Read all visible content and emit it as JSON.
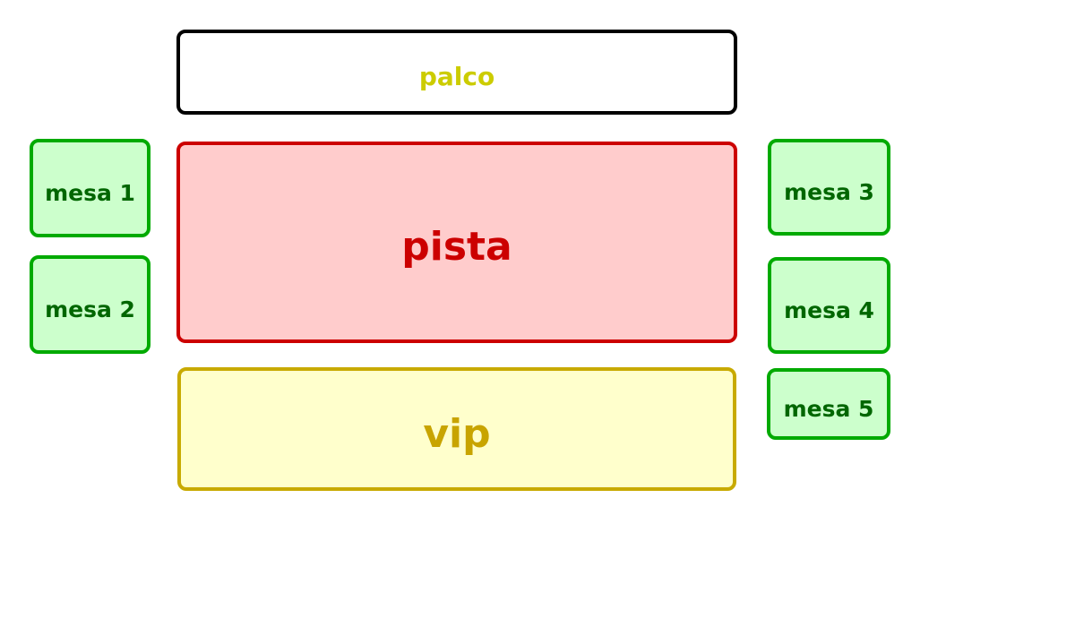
{
  "canvas": {
    "background": "#ffffff"
  },
  "zones": [
    {
      "id": "palco",
      "label": "palco",
      "fill": "#ffffff",
      "border": "#000000",
      "text_color": "#cccc00"
    },
    {
      "id": "pista",
      "label": "pista",
      "fill": "#ffcccc",
      "border": "#cc0000",
      "text_color": "#cc0000"
    },
    {
      "id": "vip",
      "label": "vip",
      "fill": "#ffffcc",
      "border": "#c8aa00",
      "text_color": "#c8a400"
    }
  ],
  "tables": {
    "style": {
      "fill": "#ccffcc",
      "border": "#00aa00",
      "text_color": "#006600"
    },
    "items": [
      {
        "id": "mesa-1",
        "label": "mesa 1"
      },
      {
        "id": "mesa-2",
        "label": "mesa 2"
      },
      {
        "id": "mesa-3",
        "label": "mesa 3"
      },
      {
        "id": "mesa-4",
        "label": "mesa 4"
      },
      {
        "id": "mesa-5",
        "label": "mesa 5"
      }
    ]
  }
}
